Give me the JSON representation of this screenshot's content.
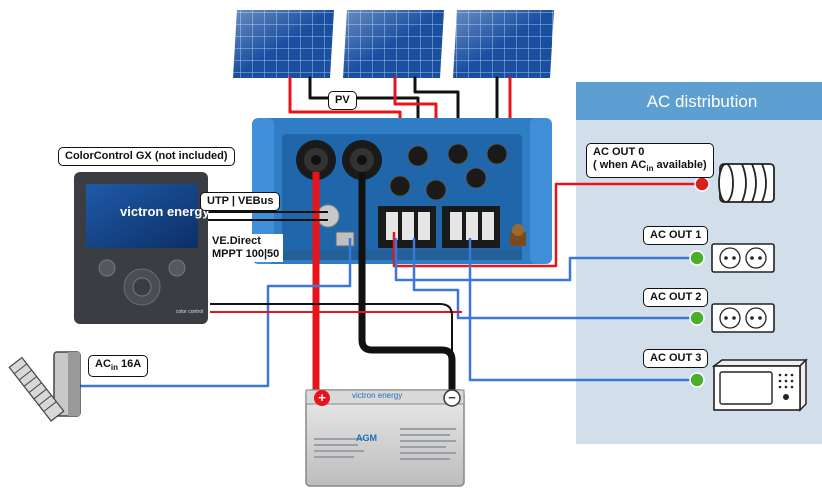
{
  "labels": {
    "pv": "PV",
    "colorcontrol": "ColorControl GX (not included)",
    "utp": "UTP | VEBus",
    "vedirect_1": "VE.Direct",
    "vedirect_2": "MPPT 100|50",
    "ac_in_prefix": "AC",
    "ac_in_sub": "in",
    "ac_in_suffix": " 16A",
    "ac_distribution": "AC distribution",
    "ac_out0_line1": "AC  OUT 0",
    "ac_out0_line2_prefix": "( when AC",
    "ac_out0_line2_sub": "in",
    "ac_out0_line2_suffix": " available)",
    "ac_out1": "AC OUT 1",
    "ac_out2": "AC OUT 2",
    "ac_out3": "AC OUT 3",
    "battery_brand": "victron energy",
    "battery_model": "AGM",
    "gx_brand": "victron energy",
    "gx_foot": "color control",
    "plus": "+",
    "minus": "−"
  },
  "colors": {
    "wire_red": "#e8141b",
    "wire_black": "#111111",
    "wire_blue": "#3b78d8",
    "inverter_blue": "#2f7ec5",
    "ac_panel": "#d2dfea",
    "ac_header": "#5e9fd2",
    "indicator_red": "#d81e1e",
    "indicator_green": "#4caf2b"
  }
}
